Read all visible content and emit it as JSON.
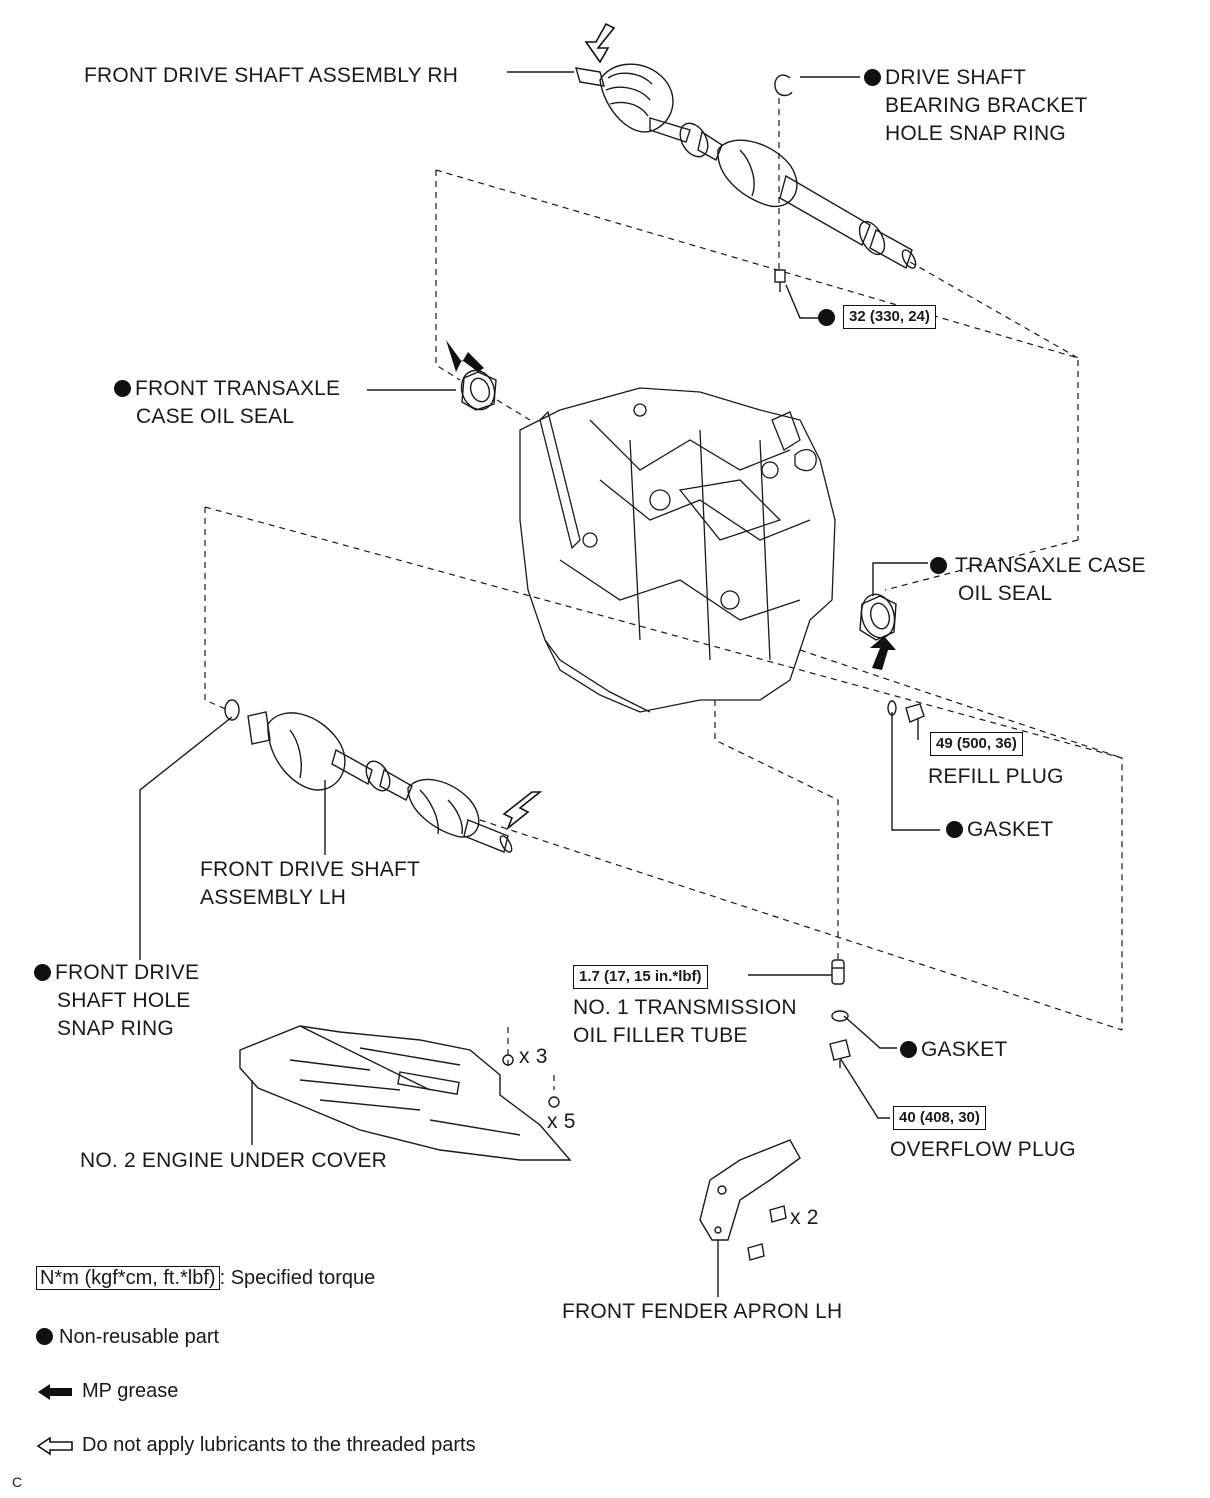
{
  "labels": {
    "rh_shaft": "FRONT DRIVE SHAFT ASSEMBLY RH",
    "bracket_snap_1": "DRIVE SHAFT",
    "bracket_snap_2": "BEARING BRACKET",
    "bracket_snap_3": "HOLE SNAP RING",
    "front_seal_1": "FRONT TRANSAXLE",
    "front_seal_2": "CASE OIL SEAL",
    "case_seal_1": "TRANSAXLE CASE",
    "case_seal_2": "OIL SEAL",
    "refill_plug": "REFILL PLUG",
    "gasket_upper": "GASKET",
    "lh_shaft_1": "FRONT DRIVE SHAFT",
    "lh_shaft_2": "ASSEMBLY LH",
    "hole_snap_1": "FRONT DRIVE",
    "hole_snap_2": "SHAFT HOLE",
    "hole_snap_3": "SNAP RING",
    "filler_tube_1": "NO. 1 TRANSMISSION",
    "filler_tube_2": "OIL FILLER TUBE",
    "gasket_lower": "GASKET",
    "overflow_plug": "OVERFLOW PLUG",
    "under_cover": "NO. 2 ENGINE UNDER COVER",
    "bolt_x3": "x 3",
    "bolt_x5": "x 5",
    "bolt_x2": "x 2",
    "fender_apron": "FRONT FENDER APRON LH"
  },
  "torques": {
    "bracket_bolt": "32 (330, 24)",
    "refill_plug": "49 (500, 36)",
    "filler_tube": "1.7 (17, 15 in.*lbf)",
    "overflow_plug": "40 (408, 30)"
  },
  "legend": {
    "torque_unit": "N*m (kgf*cm, ft.*lbf)",
    "torque_desc": ": Specified torque",
    "non_reusable": "Non-reusable part",
    "mp_grease": "MP grease",
    "no_lubricant": "Do not apply lubricants to the threaded parts"
  },
  "corner_code": "C"
}
